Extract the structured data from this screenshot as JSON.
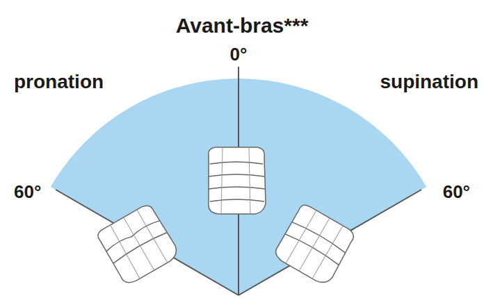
{
  "diagram": {
    "title": "Avant-bras***",
    "labels": [
      "0°",
      "pronation",
      "supination",
      "60°",
      "60°"
    ]
  }
}
